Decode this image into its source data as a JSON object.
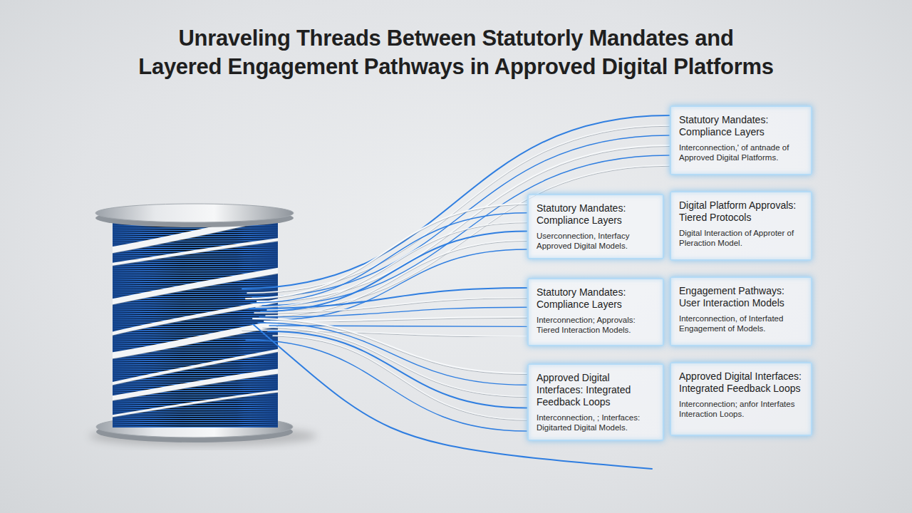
{
  "diagram": {
    "title": "Unraveling Threads Between Statutorly Mandates and Layered Engagement Pathways in Approved Digital Platforms",
    "nodes": [
      {
        "text": [
          "Statutory Mandates: Compliance Layers",
          "Interconnection,' of antnade of Approved Digital Platforms."
        ]
      },
      {
        "text": [
          "Statutory Mandates: Compliance Layers",
          "Userconnection, Interfacy Approved Digital Models."
        ]
      },
      {
        "text": [
          "Digital Platform Approvals: Tiered Protocols",
          "Digital Interaction of Approter of Pleraction Model."
        ]
      },
      {
        "text": [
          "Statutory Mandates: Compliance Layers",
          "Interconnection; Approvals: Tiered Interaction Models."
        ]
      },
      {
        "text": [
          "Engagement Pathways: User Interaction Models",
          "Interconnection, of Interfated Engagement of Models."
        ]
      },
      {
        "text": [
          "Approved Digital Interfaces: Integrated Feedback Loops",
          "Interconnection, ; Interfaces: Digitarted Digital Models."
        ]
      },
      {
        "text": [
          "Approved Digital Interfaces: Integrated Feedback Loops",
          "Interconnection; anfor Interfates Interaction Loops."
        ]
      }
    ]
  }
}
